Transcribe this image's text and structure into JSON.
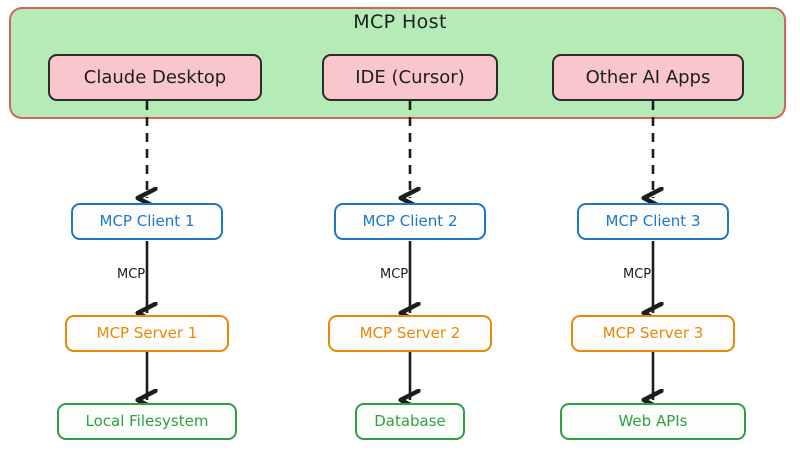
{
  "diagram": {
    "title": "MCP Host",
    "background_color": "#ffffff",
    "host_container": {
      "label": "MCP Host",
      "fill_color": "#b4ebb6",
      "border_color": "#d4625f"
    },
    "colors": {
      "app_fill": "#f9c7cb",
      "app_border": "#2b2b2b",
      "client_border": "#1f76c4",
      "client_text": "#2077c6",
      "server_border": "#e8880a",
      "server_text": "#e8880a",
      "resource_border": "#2f9e44",
      "resource_text": "#2f9e44",
      "arrow": "#1d1d1d"
    },
    "columns": [
      {
        "app": "Claude Desktop",
        "client": "MCP Client 1",
        "server": "MCP Server 1",
        "resource": "Local Filesystem",
        "protocol_label": "MCP"
      },
      {
        "app": "IDE (Cursor)",
        "client": "MCP Client 2",
        "server": "MCP Server 2",
        "resource": "Database",
        "protocol_label": "MCP"
      },
      {
        "app": "Other AI Apps",
        "client": "MCP Client 3",
        "server": "MCP Server 3",
        "resource": "Web APIs",
        "protocol_label": "MCP"
      }
    ]
  }
}
